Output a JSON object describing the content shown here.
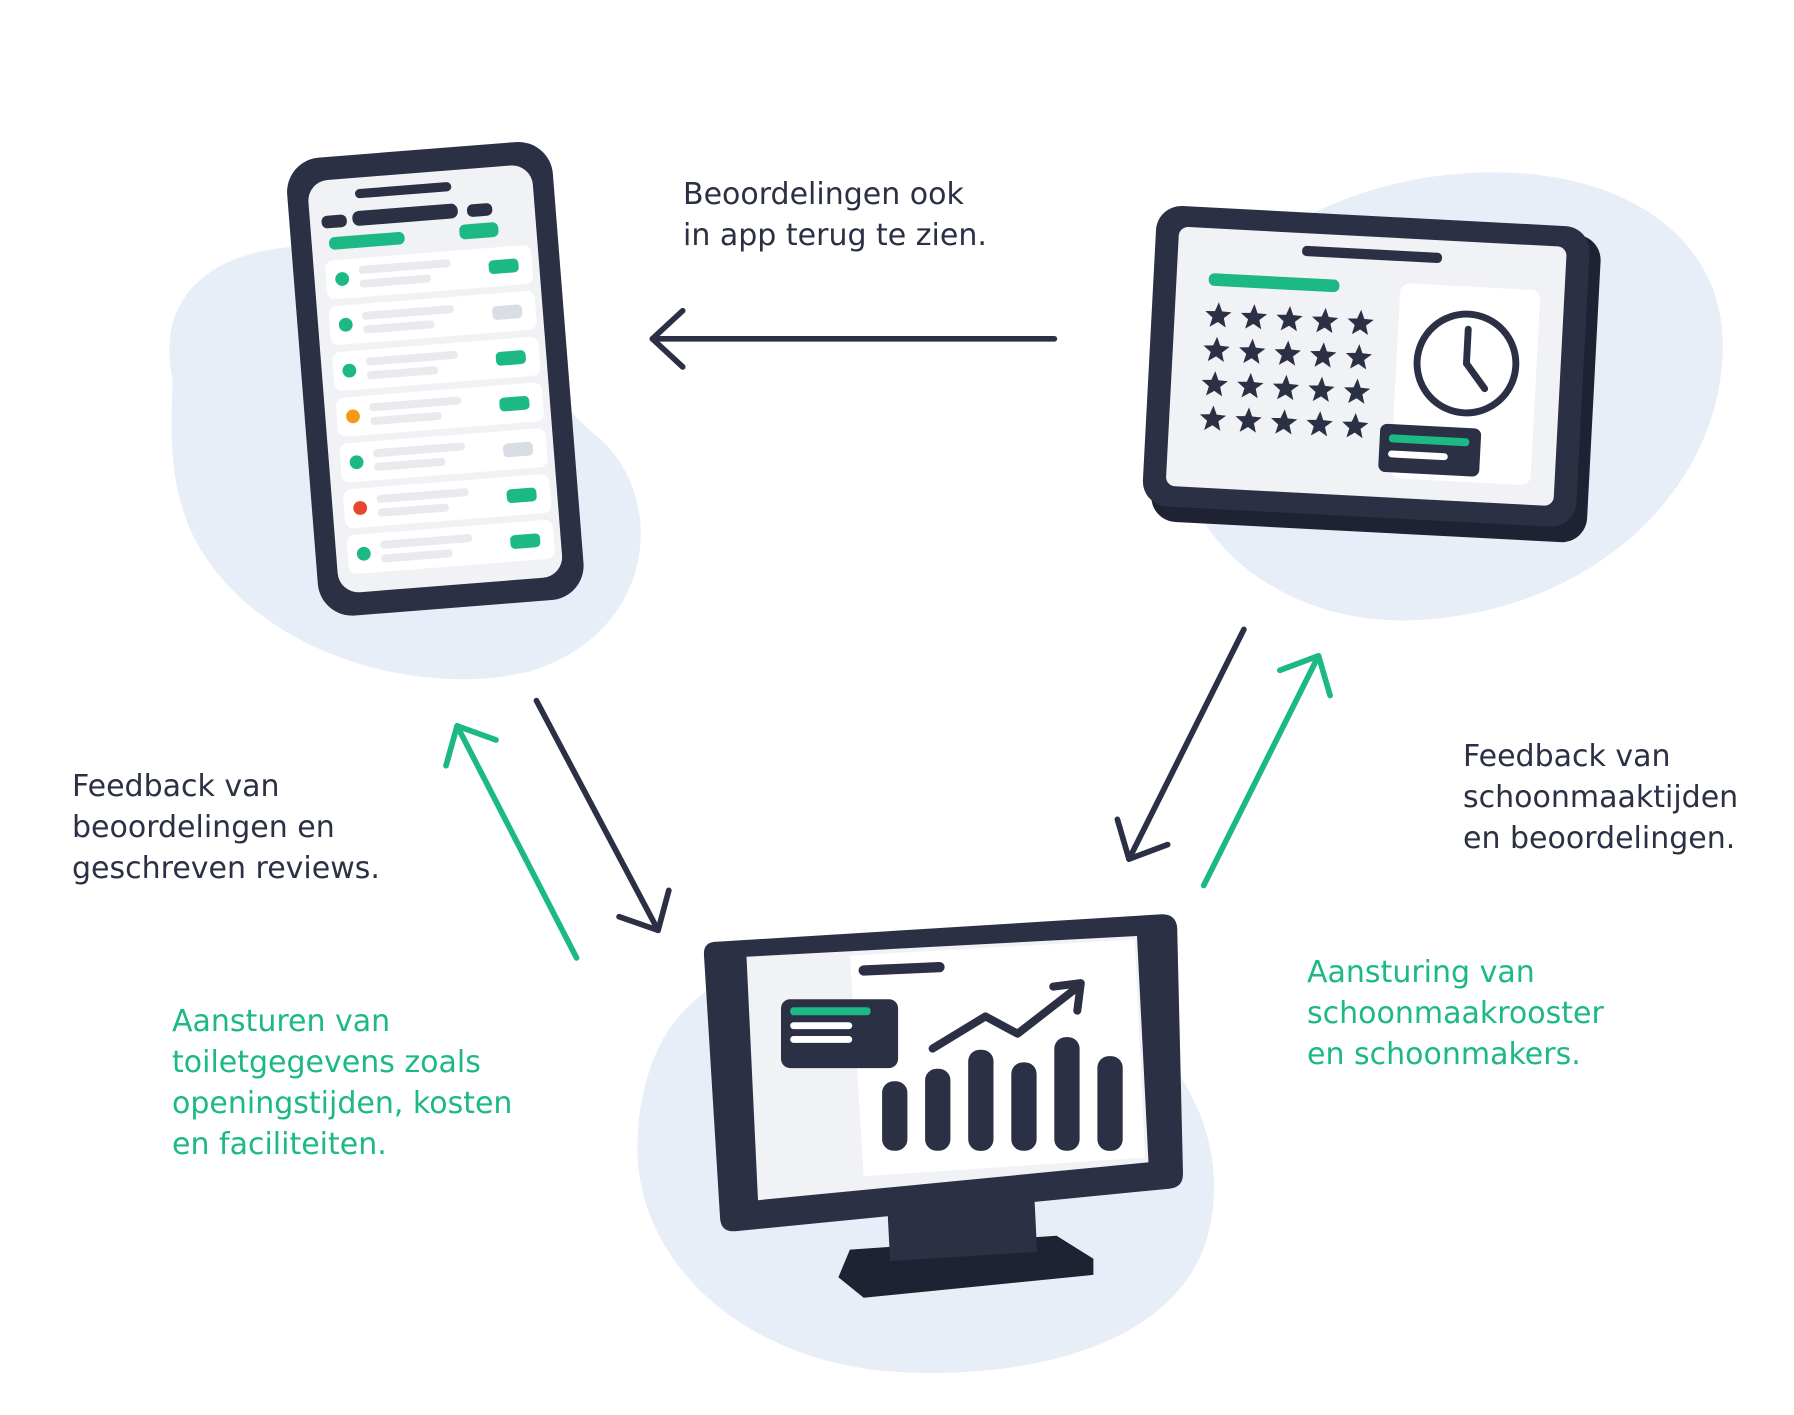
{
  "colors": {
    "dark": "#2b3044",
    "accent_green": "#1db984",
    "blob": "#e8eef8",
    "screen": "#f1f2f6",
    "bar_light": "#e9eaee",
    "dot_orange": "#f59a16",
    "dot_red": "#e8452e"
  },
  "labels": {
    "top": [
      "Beoordelingen ook",
      "in app terug te zien."
    ],
    "left_dark": [
      "Feedback van",
      "beoordelingen en",
      "geschreven reviews."
    ],
    "left_green": [
      "Aansturen van",
      "toiletgegevens zoals",
      "openingstijden, kosten",
      "en faciliteiten."
    ],
    "right_dark": [
      "Feedback van",
      "schoonmaaktijden",
      "en beoordelingen."
    ],
    "right_green": [
      "Aansturing van",
      "schoonmaakrooster",
      "en schoonmakers."
    ]
  },
  "devices": {
    "phone": {
      "list_dot_colors": [
        "green",
        "green",
        "green",
        "orange",
        "green",
        "red",
        "green"
      ]
    },
    "tablet": {
      "star_rows": 4,
      "stars_per_row": 5,
      "icon": "clock-icon"
    },
    "monitor": {
      "bar_levels": [
        0.55,
        0.65,
        0.8,
        0.7,
        0.9,
        0.75
      ],
      "icon": "trend-arrow-icon"
    }
  },
  "icons": [
    "smartphone-icon",
    "tablet-icon",
    "desktop-monitor-icon",
    "star-icon",
    "clock-icon",
    "bar-chart-icon",
    "trend-arrow-icon"
  ]
}
